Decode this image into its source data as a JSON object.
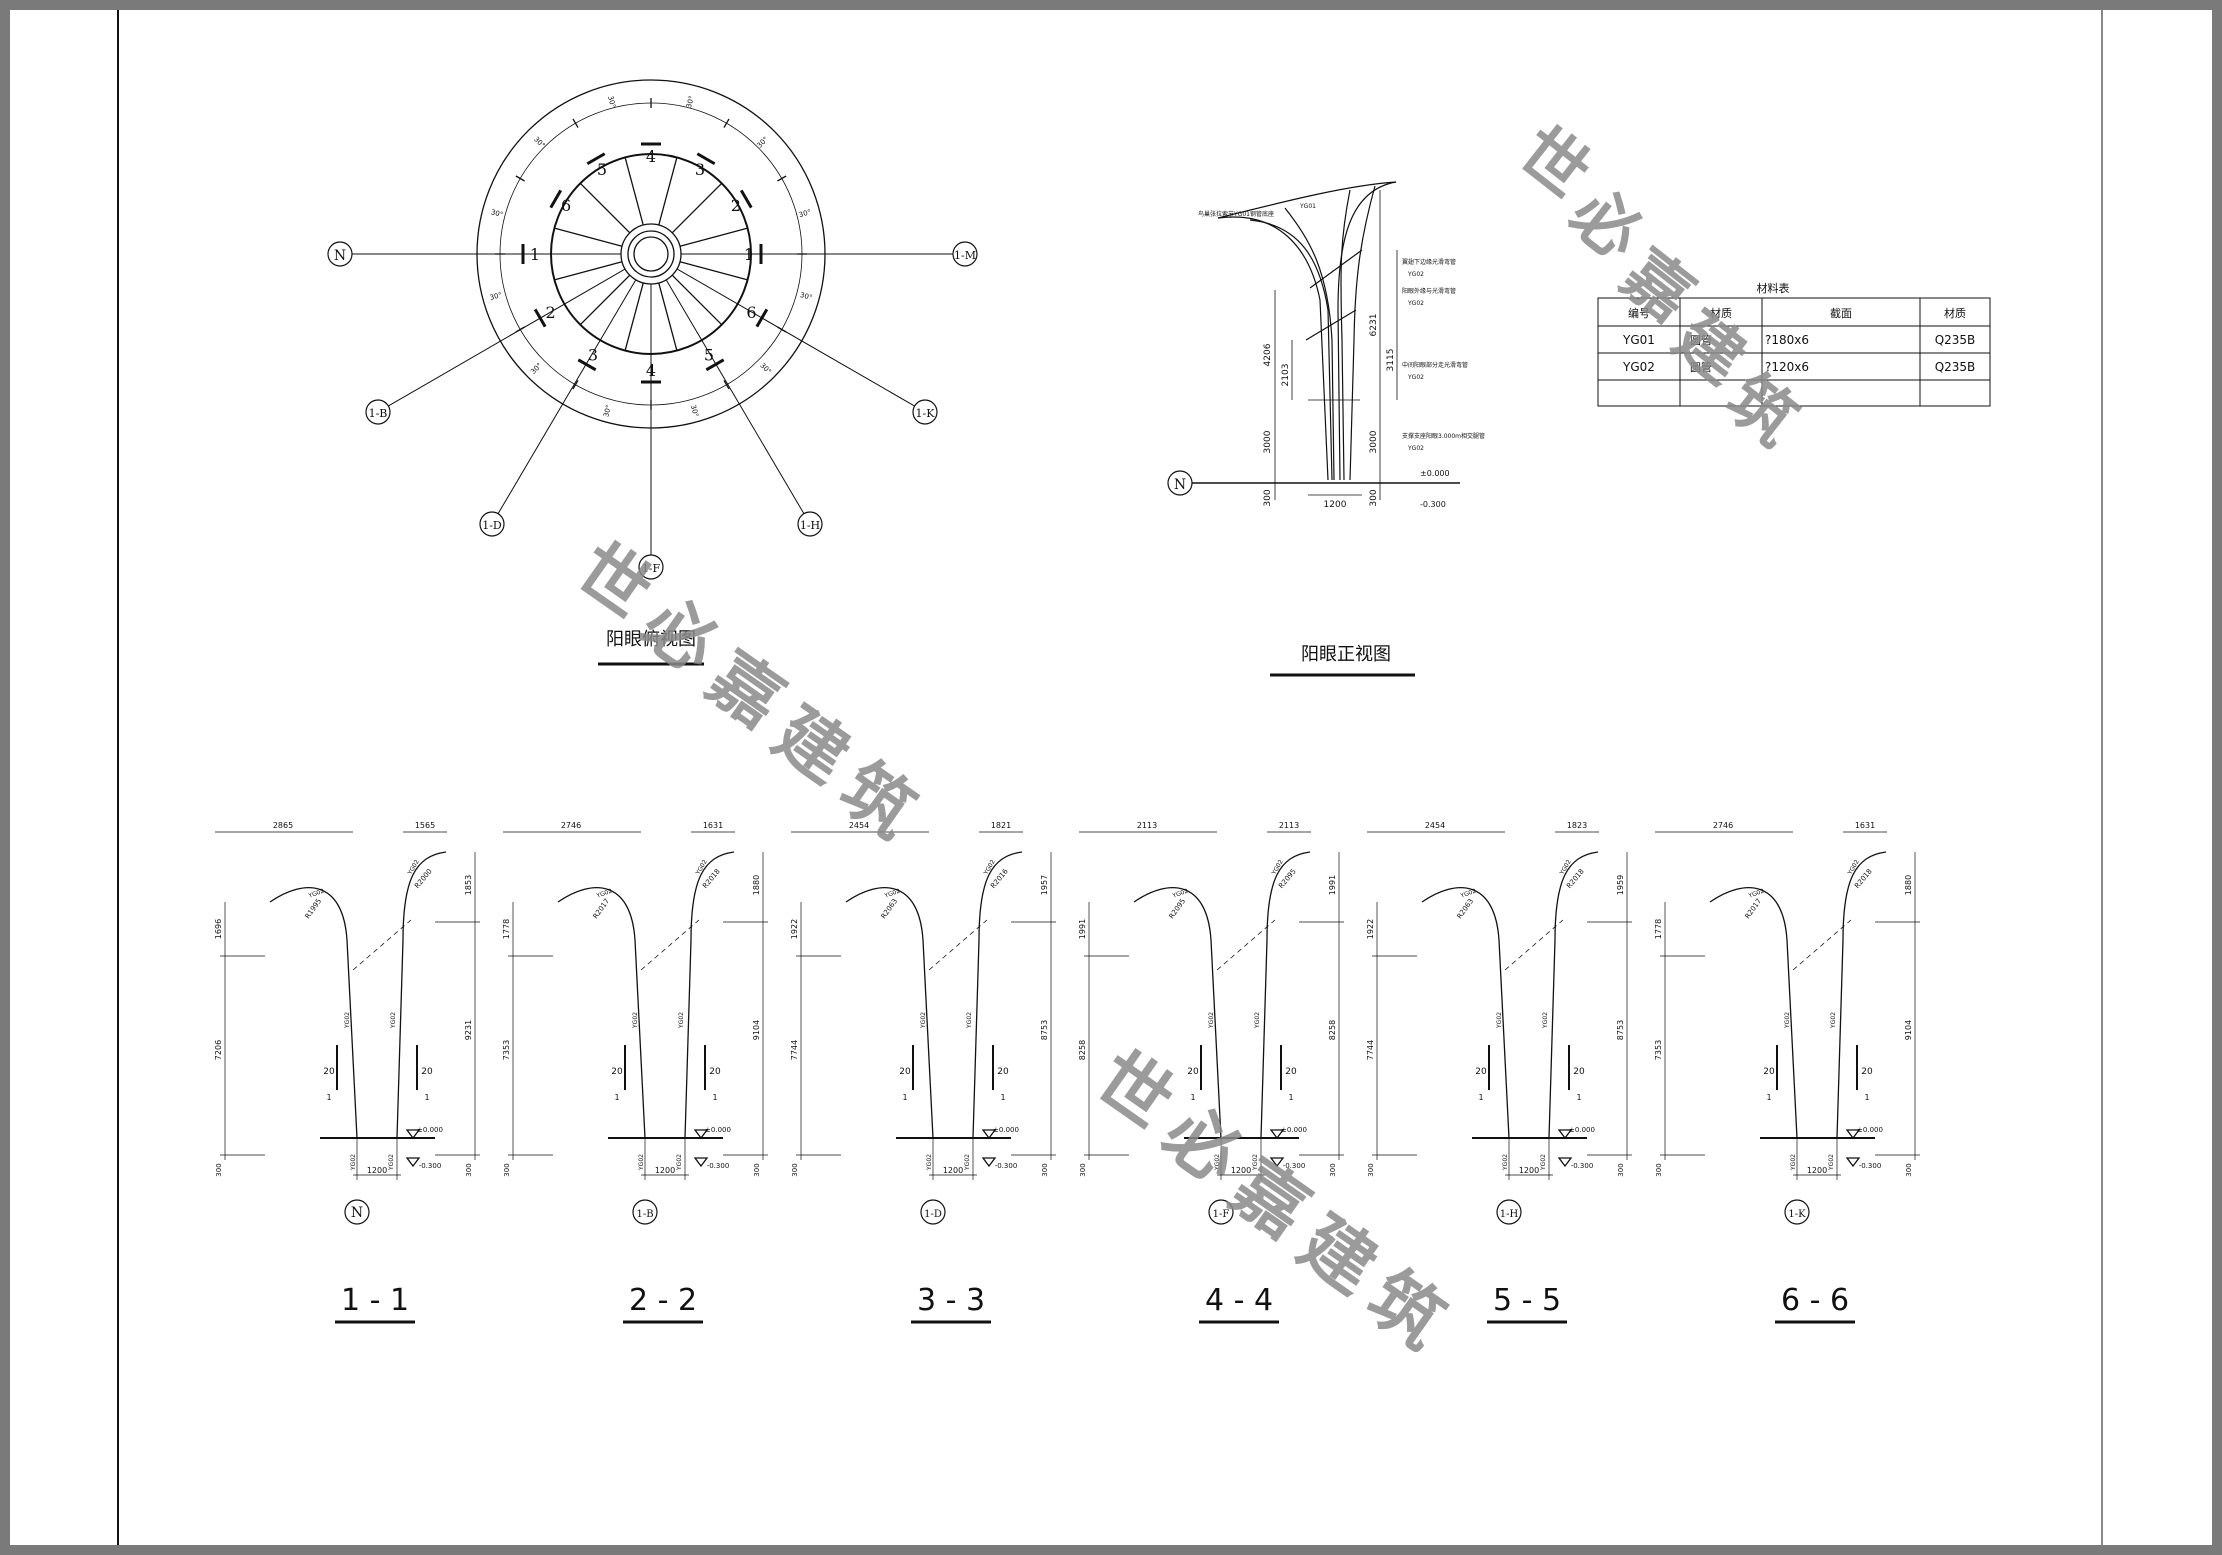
{
  "titles": {
    "plan": "阳眼俯视图",
    "elevation": "阳眼正视图"
  },
  "axes": {
    "N": "N",
    "M": "1-M",
    "B": "1-B",
    "K": "1-K",
    "D": "1-D",
    "H": "1-H",
    "F": "1-F"
  },
  "plan": {
    "angle_label": "30°",
    "section_marks": [
      "1",
      "1",
      "2",
      "2",
      "3",
      "3",
      "4",
      "4",
      "5",
      "5",
      "6",
      "6"
    ]
  },
  "elevation": {
    "notes": [
      "鸟巢张拉索节YG01钢管底座",
      "YG01",
      "翼翅下边缘光滑弯管",
      "YG02",
      "阳眼外缘与光滑弯管",
      "YG02",
      "中间阳眼部分走光滑弯管",
      "YG02",
      "支撑支座阳眼3.000m相交腿管",
      "YG02"
    ],
    "dims_left": [
      "4206",
      "2103",
      "3000",
      "300"
    ],
    "dims_right": [
      "6231",
      "3115",
      "3000",
      "300"
    ],
    "bottom": "1200",
    "levels": [
      "±0.000",
      "-0.300"
    ]
  },
  "material_table": {
    "title": "材料表",
    "headers": [
      "编号",
      "材质",
      "截面",
      "材质"
    ],
    "rows": [
      [
        "YG01",
        "圆管",
        "?180x6",
        "Q235B"
      ],
      [
        "YG02",
        "圆管",
        "?120x6",
        "Q235B"
      ],
      [
        "",
        "",
        "",
        ""
      ]
    ]
  },
  "sections": [
    {
      "title": "1 - 1",
      "axis": "N",
      "top_l": "2865",
      "top_r": "1565",
      "left_upper": "1696",
      "left_lower": "7206",
      "right_upper": "1853",
      "right_lower": "9231",
      "r_l": "R1995",
      "r_r": "R2000"
    },
    {
      "title": "2 - 2",
      "axis": "1-B",
      "top_l": "2746",
      "top_r": "1631",
      "left_upper": "1778",
      "left_lower": "7353",
      "right_upper": "1880",
      "right_lower": "9104",
      "r_l": "R2017",
      "r_r": "R2018"
    },
    {
      "title": "3 - 3",
      "axis": "1-D",
      "top_l": "2454",
      "top_r": "1821",
      "left_upper": "1922",
      "left_lower": "7744",
      "right_upper": "1957",
      "right_lower": "8753",
      "r_l": "R2063",
      "r_r": "R2016"
    },
    {
      "title": "4 - 4",
      "axis": "1-F",
      "top_l": "2113",
      "top_r": "2113",
      "left_upper": "1991",
      "left_lower": "8258",
      "right_upper": "1991",
      "right_lower": "8258",
      "r_l": "R2095",
      "r_r": "R2095"
    },
    {
      "title": "5 - 5",
      "axis": "1-H",
      "top_l": "2454",
      "top_r": "1823",
      "left_upper": "1922",
      "left_lower": "7744",
      "right_upper": "1959",
      "right_lower": "8753",
      "r_l": "R2063",
      "r_r": "R2018"
    },
    {
      "title": "6 - 6",
      "axis": "1-K",
      "top_l": "2746",
      "top_r": "1631",
      "left_upper": "1778",
      "left_lower": "7353",
      "right_upper": "1880",
      "right_lower": "9104",
      "r_l": "R2017",
      "r_r": "R2018"
    }
  ],
  "section_common": {
    "member": "YG02",
    "slope_top": "20",
    "slope_bottom": "1",
    "base": "1200",
    "foot": "300",
    "level_top": "±0.000",
    "level_bottom": "-0.300"
  },
  "watermark": "世必嘉建筑"
}
